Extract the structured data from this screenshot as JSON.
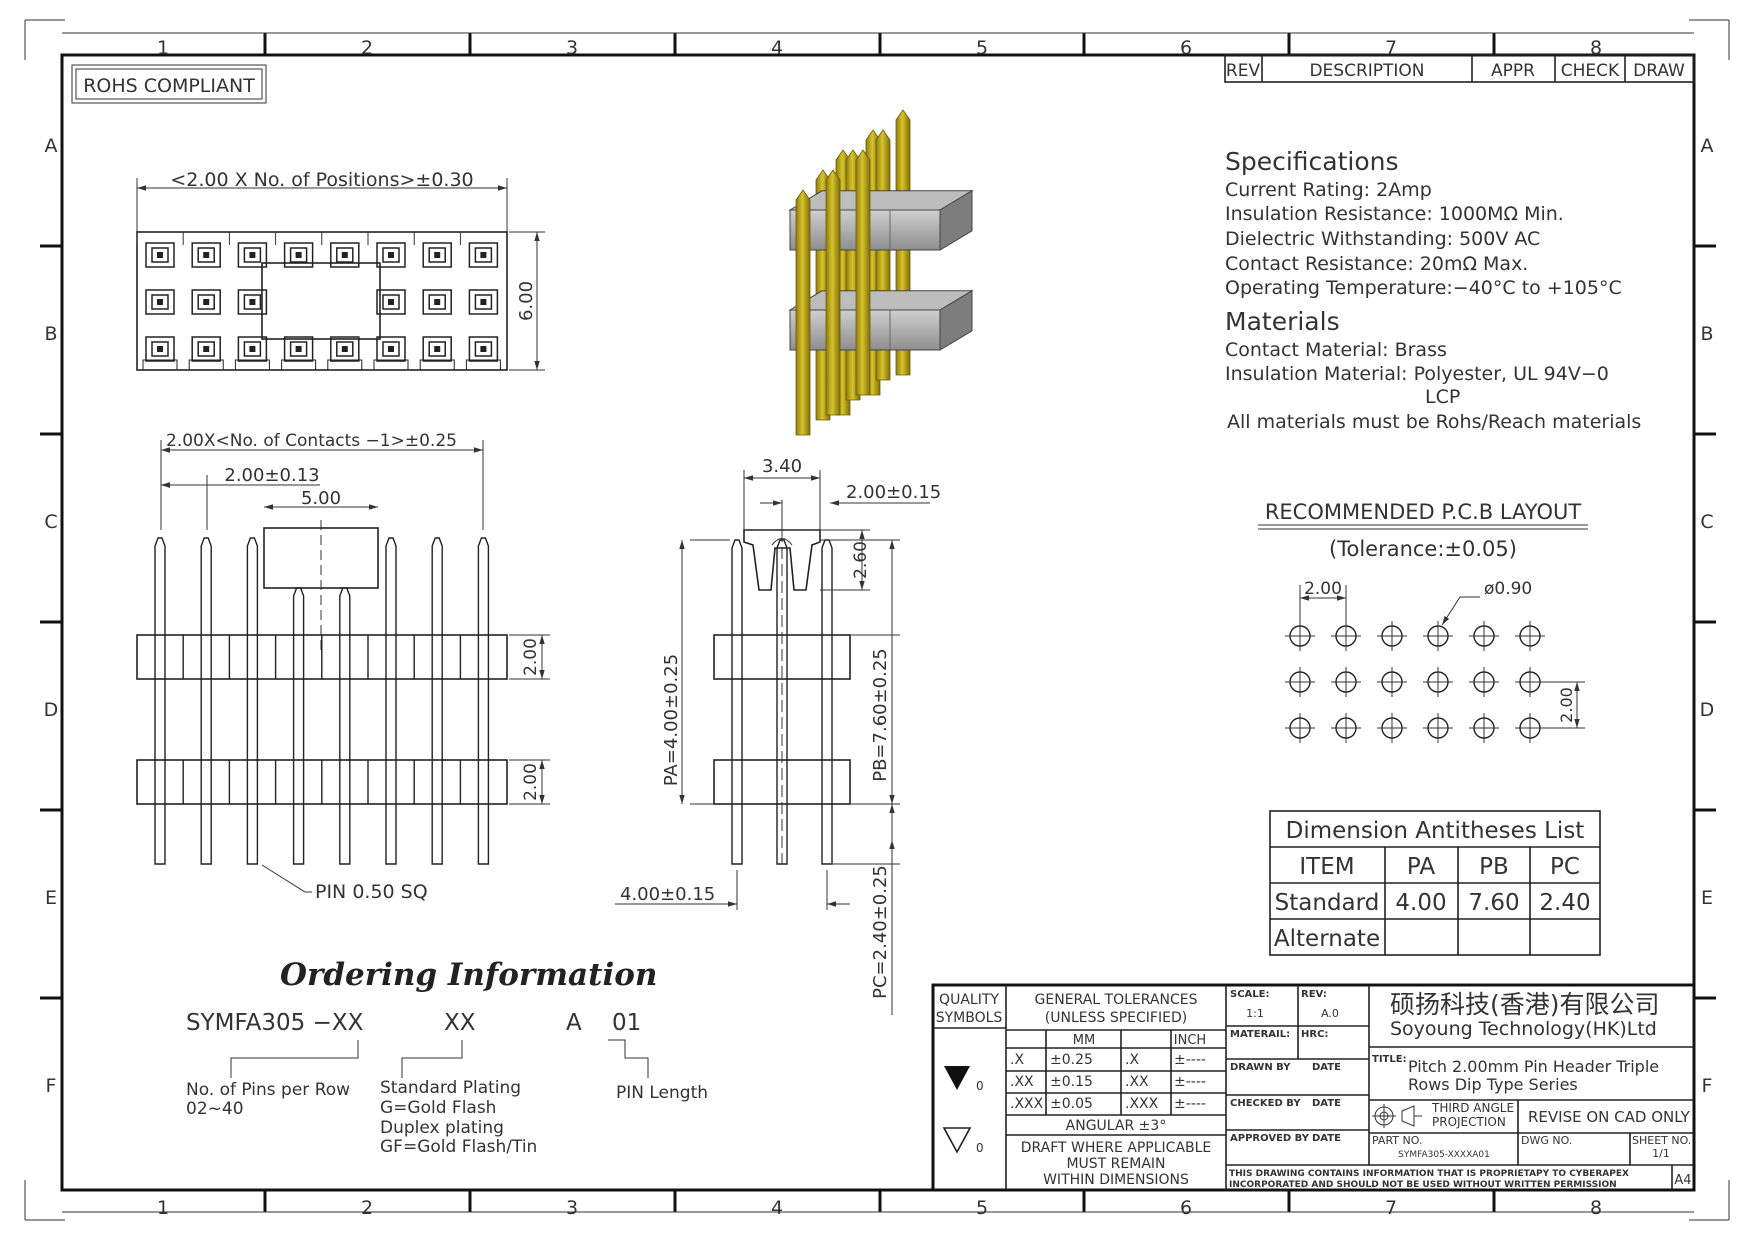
{
  "colors": {
    "line": "#222222",
    "pin_gold": "#c9b21d",
    "pin_gold_dark": "#8c7a10",
    "housing_gray": "#9a9a9a",
    "housing_gray_light": "#c4c4c4"
  },
  "frame": {
    "col_labels": [
      "1",
      "2",
      "3",
      "4",
      "5",
      "6",
      "7",
      "8"
    ],
    "row_labels": [
      "A",
      "B",
      "C",
      "D",
      "E",
      "F"
    ]
  },
  "rohs": "ROHS COMPLIANT",
  "rev_table": {
    "rev": "REV",
    "description": "DESCRIPTION",
    "appr": "APPR",
    "check": "CHECK",
    "draw": "DRAW"
  },
  "specs": {
    "heading": "Specifications",
    "lines": [
      "Current Rating: 2Amp",
      "Insulation Resistance:   1000MΩ Min.",
      "Dielectric Withstanding:   500V AC",
      "Contact Resistance:   20mΩ Max.",
      "Operating Temperature:−40°C to +105°C"
    ]
  },
  "materials": {
    "heading": "Materials",
    "lines": [
      "Contact Material: Brass",
      "Insulation Material: Polyester, UL 94V−0",
      "LCP",
      "All materials must be Rohs/Reach materials"
    ]
  },
  "top_view": {
    "width_dim": "<2.00 X No. of Positions>±0.30",
    "height_dim": "6.00"
  },
  "front_view": {
    "overall_dim": "2.00X<No. of Contacts −1>±0.25",
    "pitch_dim": "2.00±0.13",
    "tool_dim": "5.00",
    "stack_dim1": "2.00",
    "stack_dim2": "2.00",
    "pin_note": "PIN 0.50 SQ"
  },
  "side_view": {
    "top_dim": "3.40",
    "pitch_dim": "2.00±0.15",
    "cap_dim": "2.60",
    "pa": "PA=4.00±0.25",
    "pb": "PB=7.60±0.25",
    "pc": "PC=2.40±0.25",
    "row_dim": "4.00±0.15"
  },
  "pcb": {
    "title": "RECOMMENDED P.C.B LAYOUT",
    "tolerance": "(Tolerance:±0.05)",
    "pitch": "2.00",
    "hole": "ø0.90",
    "row_pitch": "2.00"
  },
  "dim_table": {
    "title": "Dimension Antitheses List",
    "headers": [
      "ITEM",
      "PA",
      "PB",
      "PC"
    ],
    "rows": [
      [
        "Standard",
        "4.00",
        "7.60",
        "2.40"
      ],
      [
        "Alternate",
        "",
        "",
        ""
      ]
    ]
  },
  "ordering": {
    "title": "Ordering Information",
    "code_main": "SYMFA305 −XX",
    "code_xx": "XX",
    "code_a": "A",
    "code_01": "01",
    "pins_label": "No. of Pins per Row",
    "pins_range": "02~40",
    "plating_lines": [
      "Standard Plating",
      "G=Gold Flash",
      "Duplex plating",
      "GF=Gold Flash/Tin"
    ],
    "length_label": "PIN Length"
  },
  "title_block": {
    "quality": "QUALITY",
    "symbols": "SYMBOLS",
    "sym1": "0",
    "sym2": "0",
    "gen_tol": "GENERAL TOLERANCES",
    "unless": "(UNLESS SPECIFIED)",
    "mm": "MM",
    "inch": "INCH",
    "tol_rows": [
      [
        ".X",
        "±0.25",
        ".X",
        "±----"
      ],
      [
        ".XX",
        "±0.15",
        ".XX",
        "±----"
      ],
      [
        ".XXX",
        "±0.05",
        ".XXX",
        "±----"
      ]
    ],
    "angular": "ANGULAR ±3°",
    "draft_lines": [
      "DRAFT WHERE APPLICABLE",
      "MUST REMAIN",
      "WITHIN DIMENSIONS"
    ],
    "scale_label": "SCALE:",
    "scale_value": "1:1",
    "rev_label": "REV:",
    "rev_value": "A.0",
    "material_label": "MATERAIL:",
    "hrc_label": "HRC:",
    "drawn_by": "DRAWN BY",
    "checked_by": "CHECKED BY",
    "approved_by": "APPROVED BY",
    "date": "DATE",
    "company_cn": "硕扬科技(香港)有限公司",
    "company_en": "Soyoung Technology(HK)Ltd",
    "title_label": "TITLE:",
    "title_line1": "Pitch 2.00mm Pin Header Triple",
    "title_line2": "Rows Dip Type Series",
    "projection_line1": "THIRD ANGLE",
    "projection_line2": "PROJECTION",
    "revise": "REVISE ON CAD ONLY",
    "part_no_label": "PART NO.",
    "part_no": "SYMFA305-XXXXA01",
    "dwg_no_label": "DWG NO.",
    "sheet_label": "SHEET NO.",
    "sheet_value": "1/1",
    "proprietary_line1": "THIS DRAWING CONTAINS INFORMATION THAT IS PROPRIETAPY TO CYBERAPEX",
    "proprietary_line2": "INCORPORATED AND SHOULD NOT BE USED WITHOUT WRITTEN PERMISSION",
    "size": "A4"
  }
}
